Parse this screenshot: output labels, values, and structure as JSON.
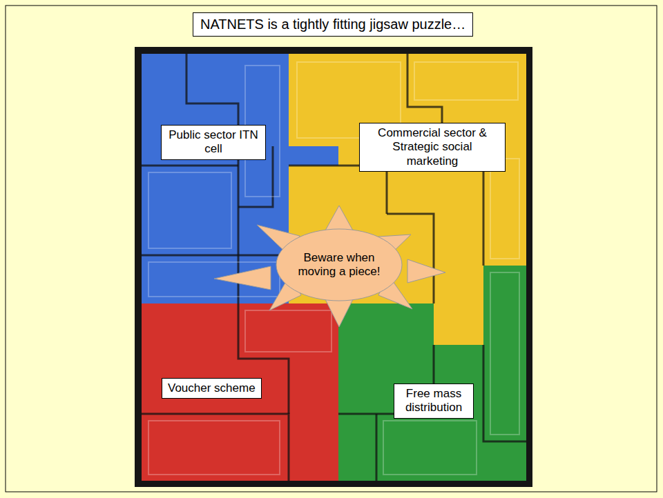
{
  "diagram": {
    "title": "NATNETS is a tightly fitting jigsaw puzzle…",
    "nodes": [
      {
        "text": [
          "Public sector ITN cell"
        ]
      },
      {
        "text": [
          "Commercial sector & Strategic social marketing"
        ]
      },
      {
        "text": [
          "Beware when moving a piece!"
        ]
      },
      {
        "text": [
          "Voucher scheme"
        ]
      },
      {
        "text": [
          "Free mass distribution"
        ]
      }
    ]
  }
}
